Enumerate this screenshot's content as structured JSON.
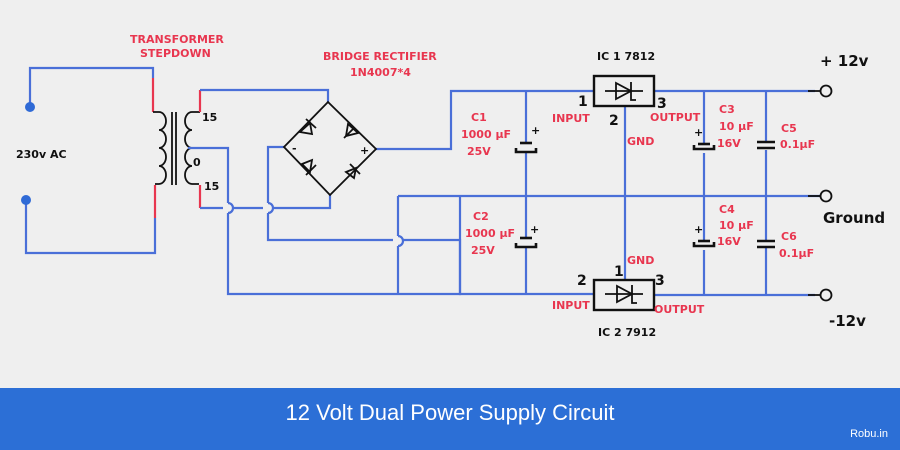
{
  "diagram": {
    "title": "12 Volt Dual Power Supply Circuit",
    "brand": "Robu.in",
    "ac_input": {
      "label": "230v AC"
    },
    "transformer": {
      "title_line1": "TRANSFORMER",
      "title_line2": "STEPDOWN",
      "tap_top": "15",
      "tap_center": "0",
      "tap_bottom": "15"
    },
    "bridge": {
      "title_line1": "BRIDGE RECTIFIER",
      "title_line2": "1N4007*4",
      "minus": "-",
      "plus": "+"
    },
    "capacitors": [
      {
        "name": "C1",
        "value": "1000 µF",
        "rating": "25V",
        "polarity": "+"
      },
      {
        "name": "C2",
        "value": "1000 µF",
        "rating": "25V",
        "polarity": "+"
      },
      {
        "name": "C3",
        "value": "10 µF",
        "rating": "16V",
        "polarity": "+"
      },
      {
        "name": "C4",
        "value": "10 µF",
        "rating": "16V",
        "polarity": "+"
      },
      {
        "name": "C5",
        "value": "0.1µF"
      },
      {
        "name": "C6",
        "value": "0.1µF"
      }
    ],
    "ic1": {
      "label": "IC 1 7812",
      "pin_input": "1",
      "pin_gnd": "2",
      "pin_output": "3",
      "input_label": "INPUT",
      "gnd_label": "GND",
      "output_label": "OUTPUT"
    },
    "ic2": {
      "label": "IC 2 7912",
      "pin_gnd": "1",
      "pin_input": "2",
      "pin_output": "3",
      "input_label": "INPUT",
      "gnd_label": "GND",
      "output_label": "OUTPUT"
    },
    "outputs": {
      "positive": "+ 12v",
      "ground": "Ground",
      "negative": "-12v"
    },
    "colors": {
      "wire": "#4a6fd8",
      "label_red": "#e8364f",
      "footer": "#2c6fd6"
    }
  }
}
